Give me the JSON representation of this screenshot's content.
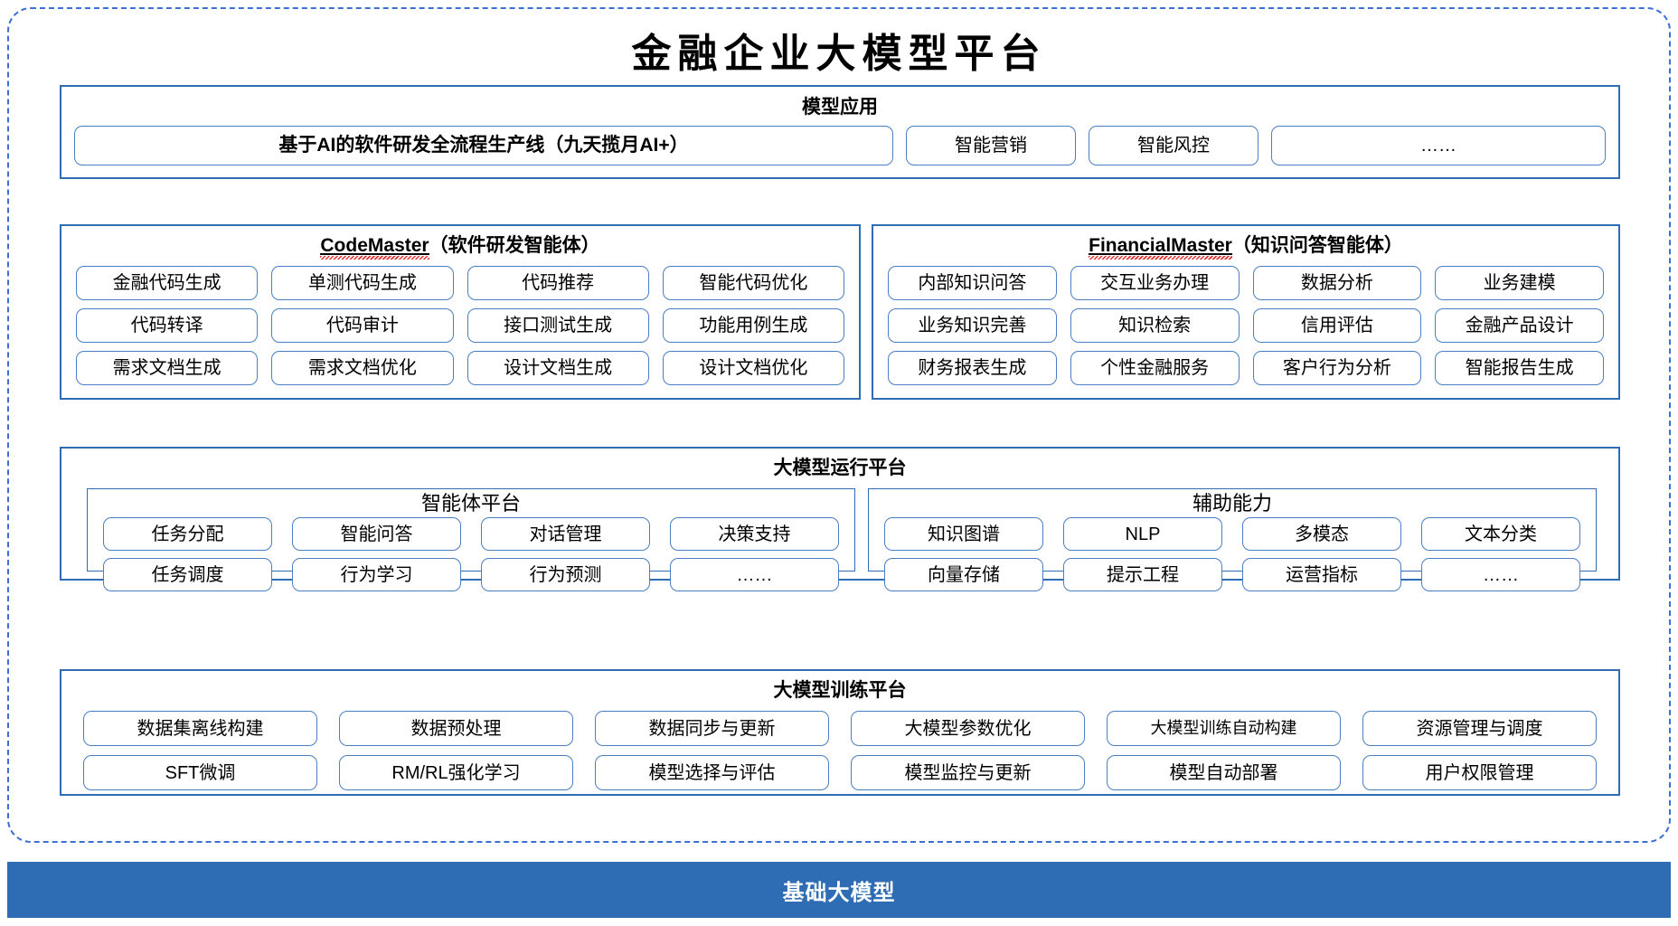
{
  "title": "金融企业大模型平台",
  "colors": {
    "frame_dashed": "#3b6fd4",
    "panel_border": "#2e6cb3",
    "pill_border": "#4a7ec4",
    "base_bar_bg": "#2e6cb3",
    "spellcheck_underline": "#e03030"
  },
  "model_application": {
    "heading": "模型应用",
    "primary_item": "基于AI的软件研发全流程生产线（九天揽月AI+）",
    "items": [
      "智能营销",
      "智能风控",
      "……"
    ]
  },
  "agents": [
    {
      "name_latin": "CodeMaster",
      "name_cn": "（软件研发智能体）",
      "items": [
        "金融代码生成",
        "单测代码生成",
        "代码推荐",
        "智能代码优化",
        "代码转译",
        "代码审计",
        "接口测试生成",
        "功能用例生成",
        "需求文档生成",
        "需求文档优化",
        "设计文档生成",
        "设计文档优化"
      ]
    },
    {
      "name_latin": "FinancialMaster",
      "name_cn": "（知识问答智能体）",
      "items": [
        "内部知识问答",
        "交互业务办理",
        "数据分析",
        "业务建模",
        "业务知识完善",
        "知识检索",
        "信用评估",
        "金融产品设计",
        "财务报表生成",
        "个性金融服务",
        "客户行为分析",
        "智能报告生成"
      ]
    }
  ],
  "runtime_platform": {
    "heading": "大模型运行平台",
    "groups": [
      {
        "title": "智能体平台",
        "items": [
          "任务分配",
          "智能问答",
          "对话管理",
          "决策支持",
          "任务调度",
          "行为学习",
          "行为预测",
          "……"
        ]
      },
      {
        "title": "辅助能力",
        "items": [
          "知识图谱",
          "NLP",
          "多模态",
          "文本分类",
          "向量存储",
          "提示工程",
          "运营指标",
          "……"
        ]
      }
    ]
  },
  "training_platform": {
    "heading": "大模型训练平台",
    "items": [
      "数据集离线构建",
      "数据预处理",
      "数据同步与更新",
      "大模型参数优化",
      "大模型训练自动构建",
      "资源管理与调度",
      "SFT微调",
      "RM/RL强化学习",
      "模型选择与评估",
      "模型监控与更新",
      "模型自动部署",
      "用户权限管理"
    ]
  },
  "base_model": {
    "label": "基础大模型"
  }
}
